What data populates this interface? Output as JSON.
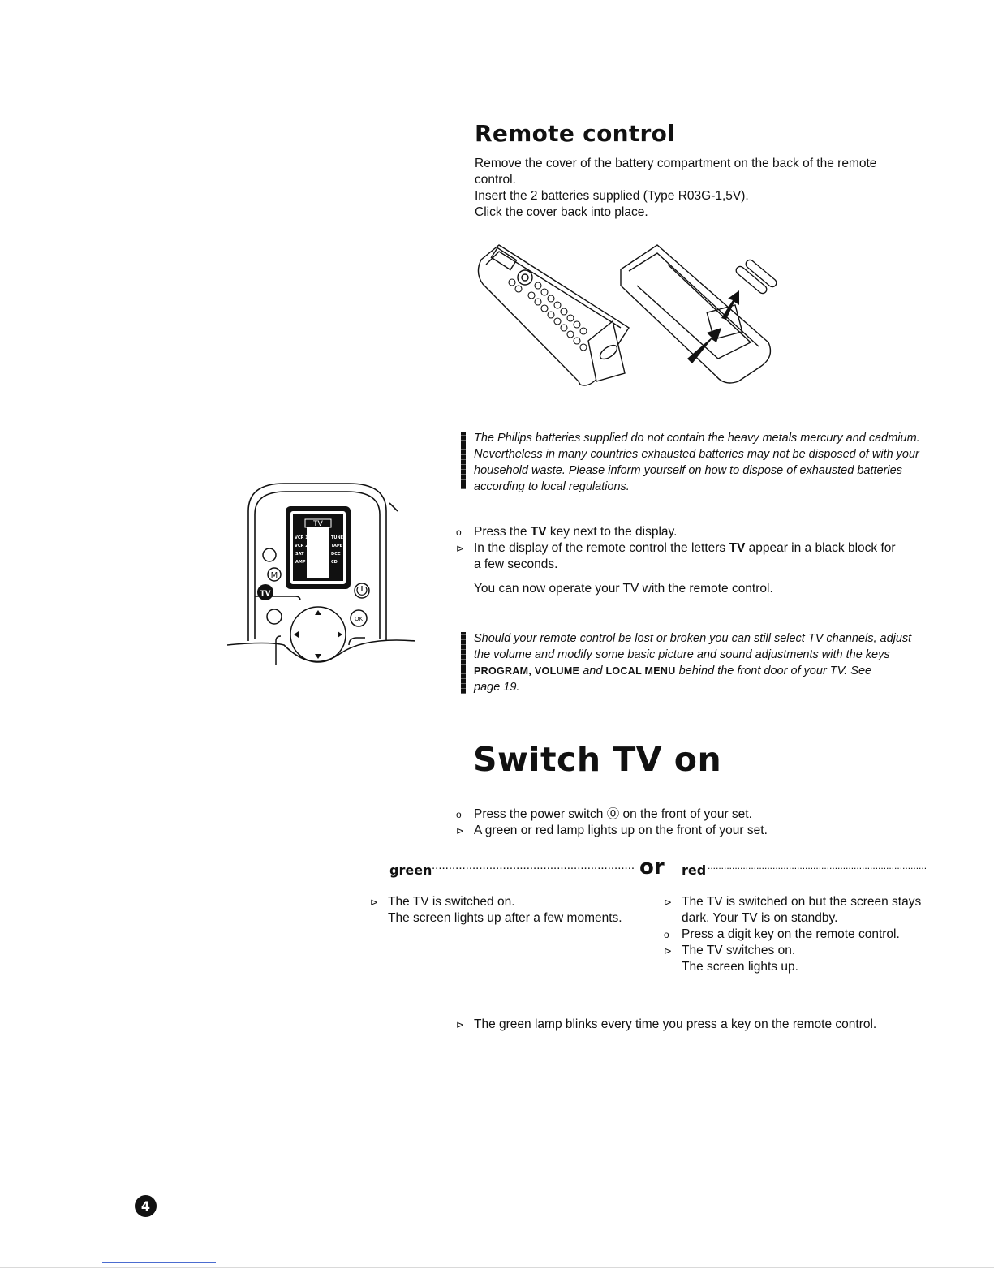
{
  "remote_section": {
    "title": "Remote control",
    "intro_lines": [
      "Remove the cover of the battery compartment on the back of the remote",
      "control.",
      "Insert the 2 batteries supplied (Type R03G-1,5V).",
      "Click the cover back into place."
    ],
    "battery_note_lines": [
      "The Philips batteries supplied do not contain the heavy metals mercury and cadmium.",
      "Nevertheless in many countries exhausted batteries may not be disposed of with your",
      "household waste. Please inform yourself on how to dispose of exhausted batteries",
      "according to local regulations."
    ],
    "step1": {
      "pre": "Press the ",
      "key": "TV",
      "post": " key next to the display."
    },
    "step2": {
      "pre": "In the display of the remote control the letters ",
      "key": "TV",
      "post": " appear in a black block for",
      "line2": "a few seconds."
    },
    "operate_text": "You can now operate your TV with the remote control.",
    "lost_note": {
      "line1": "Should your remote control be lost or broken you can still select TV channels, adjust",
      "line2": "the volume and modify some basic picture and sound adjustments with the keys",
      "keys": "PROGRAM, VOLUME",
      "and": " and ",
      "key3": "LOCAL MENU",
      "line3_post": " behind the front door of your TV.  See",
      "line4": "page 19."
    },
    "remote_display": {
      "title": "TV",
      "left_items": [
        "VCR 1",
        "VCR 2",
        "SAT",
        "AMP"
      ],
      "right_items": [
        "TUNER",
        "TAPE",
        "DCC",
        "CD"
      ],
      "m_button": "M",
      "tv_button": "TV",
      "ok_button": "OK"
    }
  },
  "switch_section": {
    "title": "Switch TV on",
    "step1": {
      "pre": "Press the power switch ",
      "symbol": "⓪",
      "post": " on the front of your set."
    },
    "step2": "A green or red lamp lights up on the front of your set.",
    "green_label": "green",
    "or_label": "or",
    "red_label": "red",
    "green_lines": [
      "The TV is switched on.",
      "The screen lights up after a few moments."
    ],
    "red_lines": [
      "The TV is switched on but the screen stays",
      "dark. Your TV is on standby.",
      "Press a digit key on the remote control.",
      "The TV switches on.",
      "The screen lights up."
    ],
    "blink_note": "The green lamp blinks every time you press a key on the remote control."
  },
  "markers": {
    "action": "o",
    "result": "⊳"
  },
  "page_number": "4"
}
